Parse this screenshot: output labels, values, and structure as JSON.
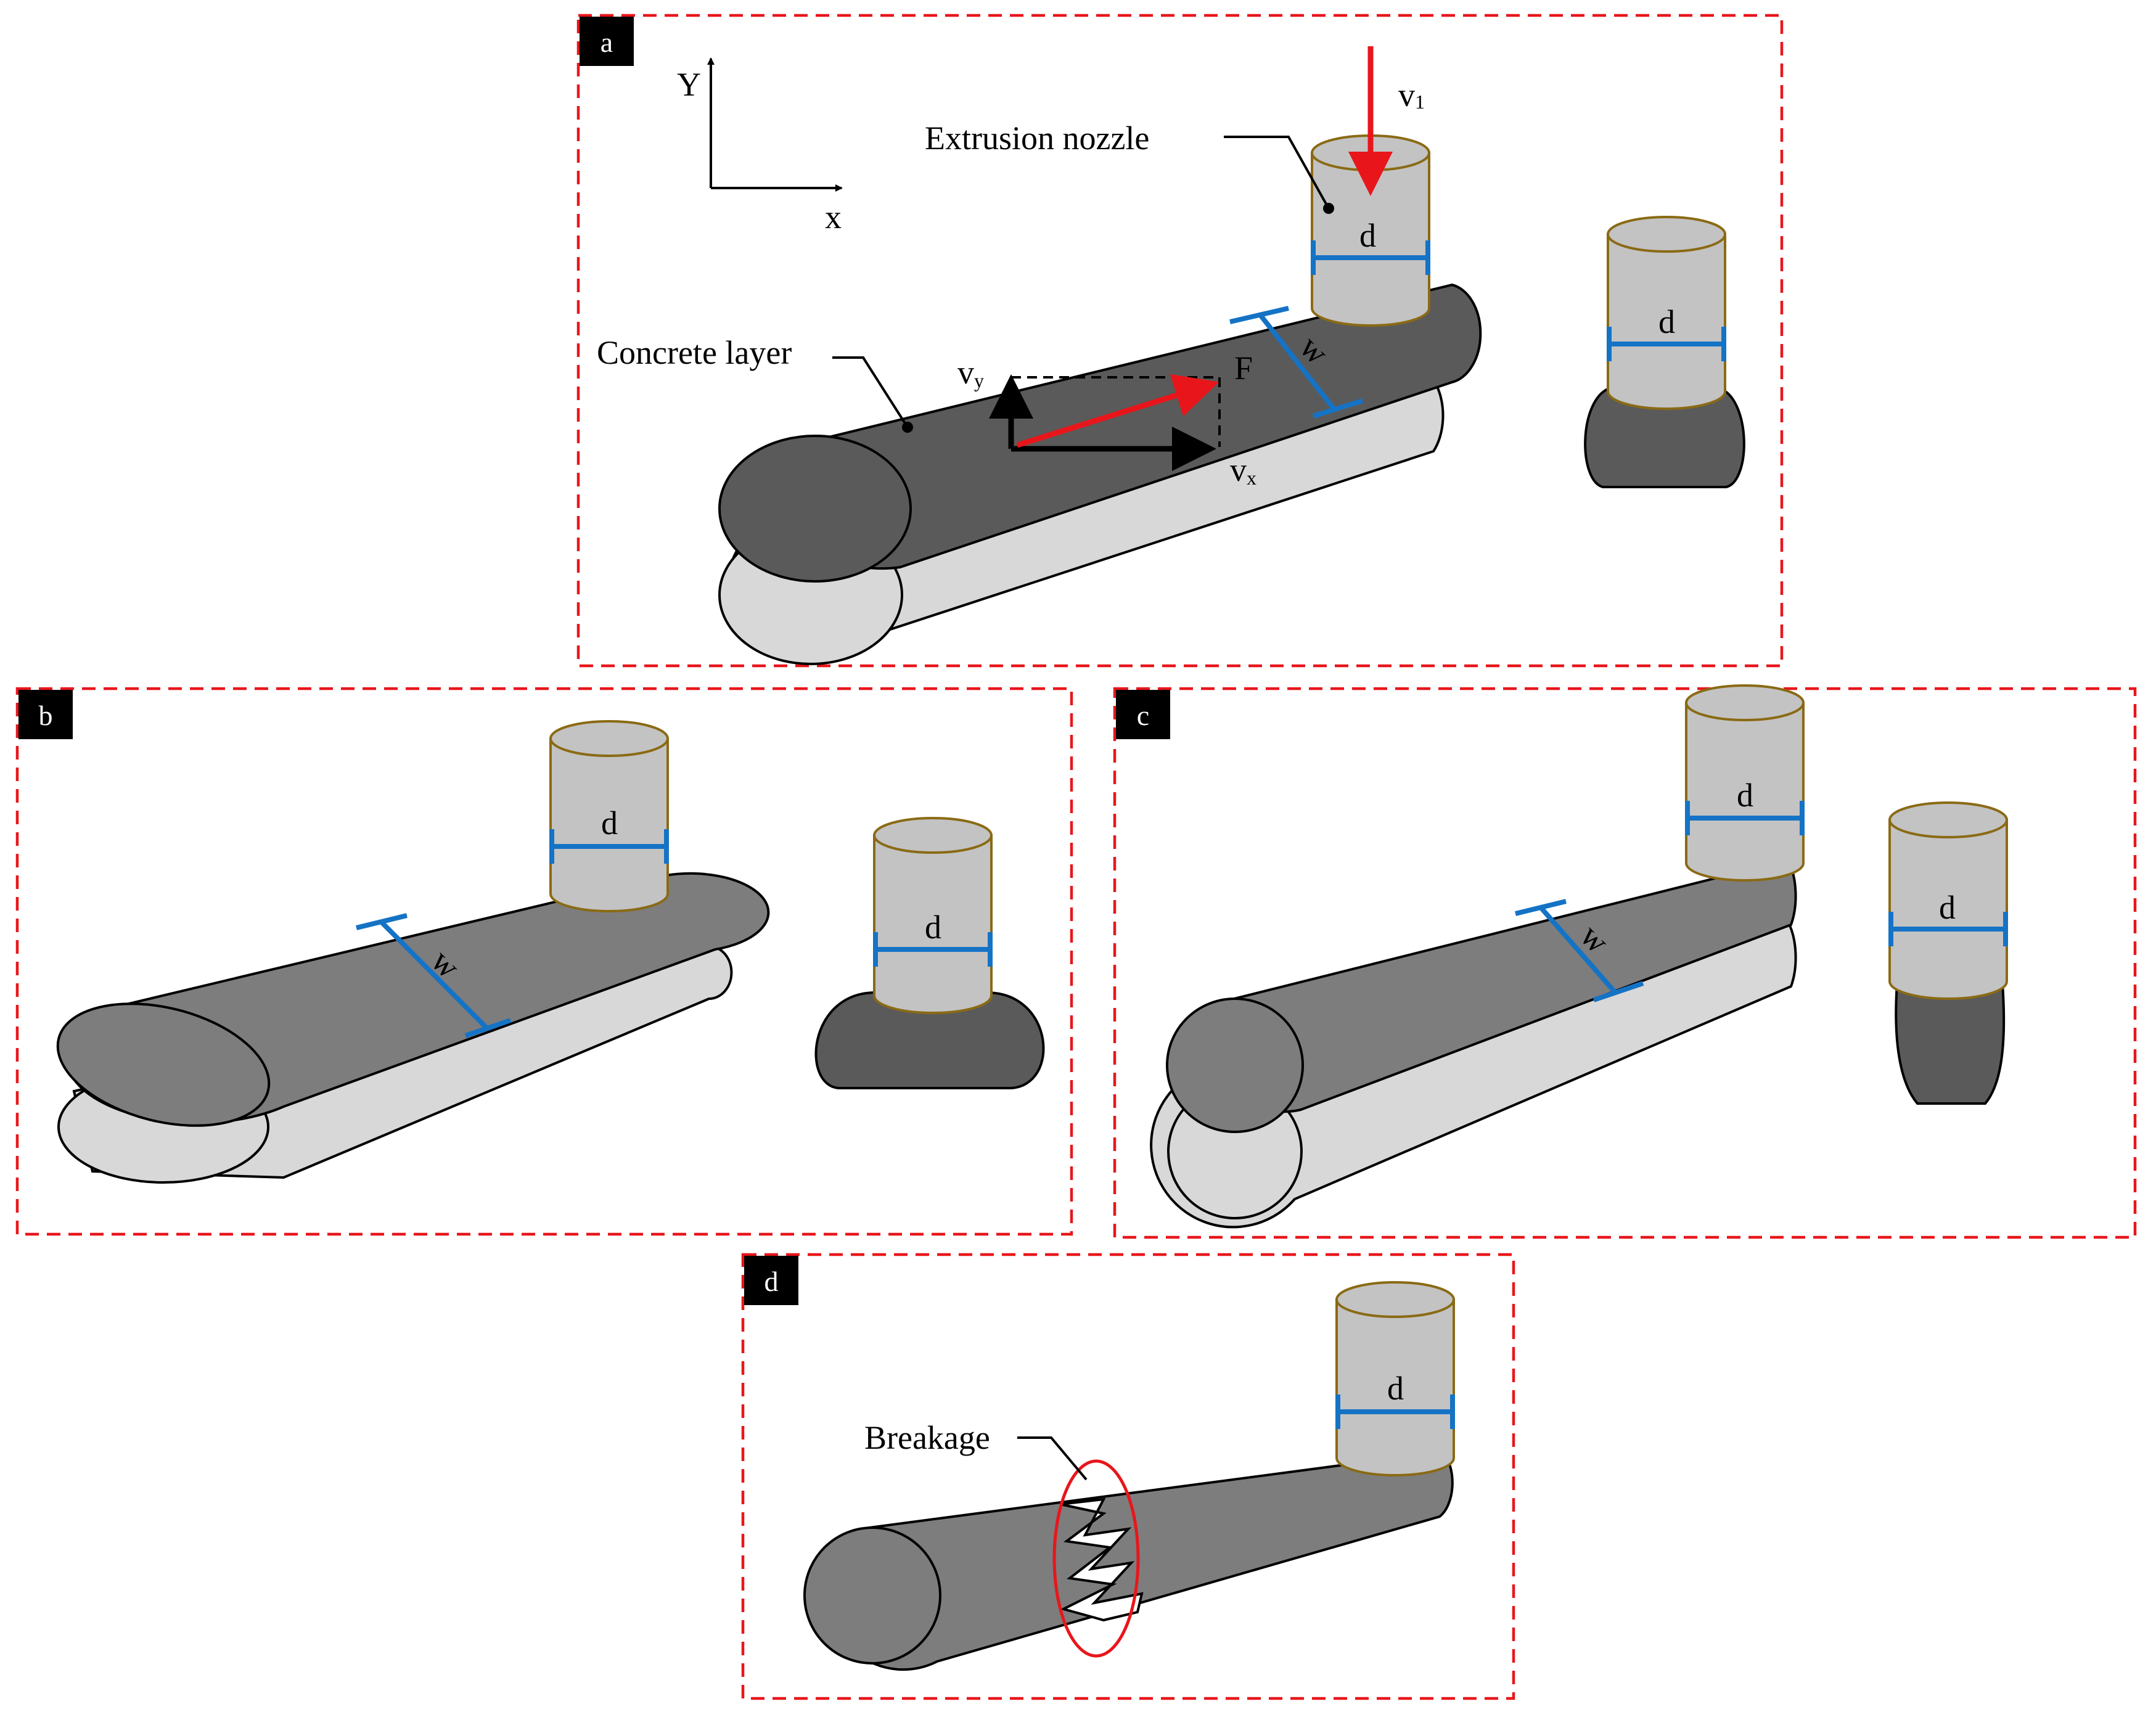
{
  "panels": {
    "a": {
      "tag": "a",
      "axis_y": "Y",
      "axis_x": "x",
      "nozzle_label": "Extrusion nozzle",
      "layer_label": "Concrete layer",
      "velocity_nozzle": "v",
      "velocity_nozzle_sub": "1",
      "velocity_y": "v",
      "velocity_y_sub": "y",
      "velocity_x": "v",
      "velocity_x_sub": "x",
      "force": "F",
      "width": "w",
      "diameter": "d",
      "diameter_side": "d"
    },
    "b": {
      "tag": "b",
      "width": "w",
      "diameter": "d",
      "diameter_side": "d"
    },
    "c": {
      "tag": "c",
      "width": "w",
      "diameter": "d",
      "diameter_side": "d"
    },
    "d": {
      "tag": "d",
      "breakage_label": "Breakage",
      "diameter": "d"
    }
  },
  "colors": {
    "frame": "#e8161b",
    "dimension": "#1573c5",
    "arrow": "#e8161b",
    "nozzle_fill": "#c3c3c3",
    "nozzle_edge": "#8a6a14",
    "layer_dark": "#5a5a5a",
    "layer_mid": "#7d7d7d",
    "layer_light": "#d8d8d8"
  }
}
